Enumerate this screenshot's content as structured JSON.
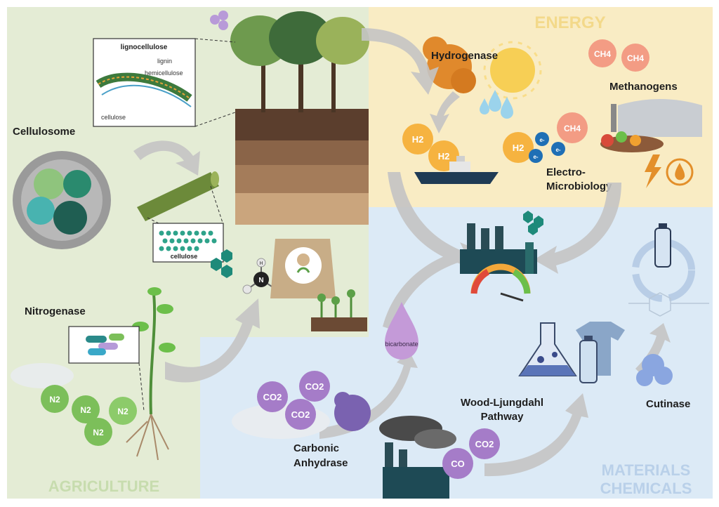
{
  "sections": {
    "energy": "ENERGY",
    "agriculture": "AGRICULTURE",
    "materials_line1": "MATERIALS",
    "materials_line2": "CHEMICALS"
  },
  "labels": {
    "cellulosome": "Cellulosome",
    "nitrogenase": "Nitrogenase",
    "hydrogenase": "Hydrogenase",
    "methanogens": "Methanogens",
    "electro_line1": "Electro-",
    "electro_line2": "Microbiology",
    "wood_line1": "Wood-Ljungdahl",
    "wood_line2": "Pathway",
    "cutinase": "Cutinase",
    "carbonic_line1": "Carbonic",
    "carbonic_line2": "Anhydrase"
  },
  "inset": {
    "title": "lignocellulose",
    "lignin": "lignin",
    "hemicellulose": "hemicellulose",
    "cellulose": "cellulose",
    "cellulose_box": "cellulose"
  },
  "molecules": {
    "h2": "H2",
    "ch4": "CH4",
    "co2": "CO2",
    "co": "CO",
    "n2": "N2",
    "electron": "e-",
    "bicarbonate": "bicarbonate",
    "ammonia_n": "N",
    "ammonia_h": "H"
  },
  "colors": {
    "agri_bg": "#e4ecd5",
    "energy_bg": "#f9ecc4",
    "materials_bg": "#dceaf6",
    "h2": "#f6b340",
    "ch4": "#f39c84",
    "co2": "#a57cc8",
    "n2": "#7cbf5a",
    "hydrogenase": "#e0892c",
    "teal": "#1e8a7a"
  }
}
